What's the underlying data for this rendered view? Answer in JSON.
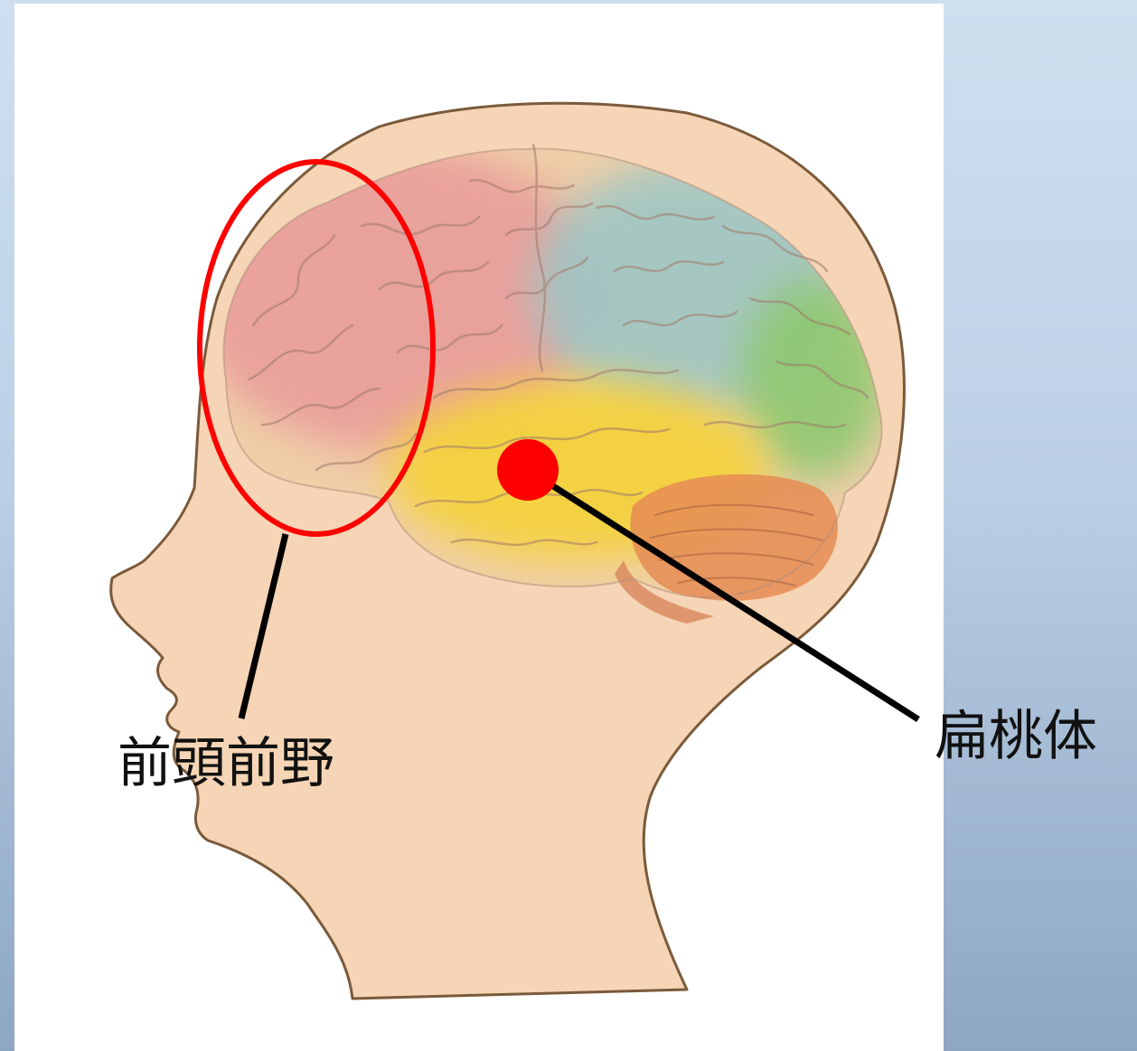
{
  "labels": {
    "prefrontal": "前頭前野",
    "amygdala": "扁桃体"
  },
  "colors": {
    "background_top": "#cfdff0",
    "background_bottom": "#8ea6c2",
    "panel": "#ffffff",
    "skin": "#f5d5b5",
    "outline": "#7a5a3a",
    "frontal_lobe": "#e89a9a",
    "parietal_lobe": "#9ec6c4",
    "occipital_lobe": "#8cc870",
    "temporal_lobe": "#f4d23c",
    "cerebellum": "#e58c54",
    "highlight_ring": "#ff0000",
    "marker": "#ff0000",
    "leader_line": "#000000"
  },
  "icons": [
    "head-silhouette",
    "brain-illustration",
    "highlight-ellipse",
    "amygdala-marker"
  ]
}
